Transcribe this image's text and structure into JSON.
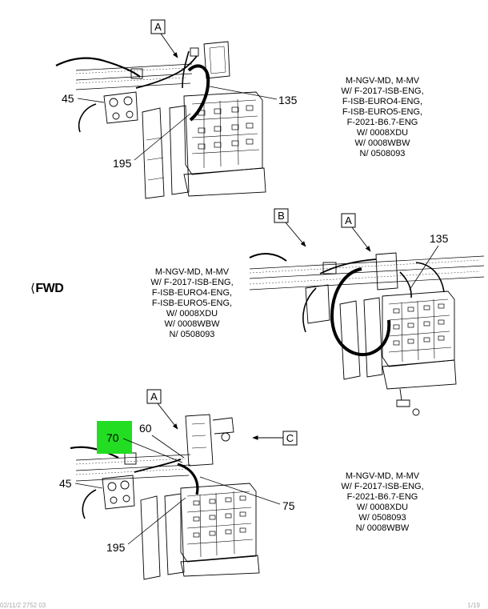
{
  "notes": [
    [
      "M-NGV-MD, M-MV",
      "W/ F-2017-ISB-ENG,",
      "F-ISB-EURO4-ENG,",
      "F-ISB-EURO5-ENG,",
      "F-2021-B6.7-ENG",
      "W/ 0008XDU",
      "W/ 0008WBW",
      "N/ 0508093"
    ],
    [
      "M-NGV-MD, M-MV",
      "W/ F-2017-ISB-ENG,",
      "F-ISB-EURO4-ENG,",
      "F-ISB-EURO5-ENG,",
      "W/ 0008XDU",
      "W/ 0008WBW",
      "N/ 0508093"
    ],
    [
      "M-NGV-MD, M-MV",
      "W/ F-2017-ISB-ENG,",
      "F-2021-B6.7-ENG",
      "W/ 0008XDU",
      "W/ 0508093",
      "N/ 0008WBW"
    ]
  ],
  "fwd": {
    "arrow": "⟨",
    "label": "FWD"
  },
  "view_labels": {
    "a": "A",
    "b": "B",
    "c": "C"
  },
  "callouts": {
    "c45": "45",
    "c135": "135",
    "c195": "195",
    "c60": "60",
    "c70": "70",
    "c75": "75"
  },
  "footer": {
    "left": "02/11/2 2752 03",
    "right": "1/19"
  },
  "colors": {
    "highlight": "#22dd22",
    "line": "#000000"
  }
}
